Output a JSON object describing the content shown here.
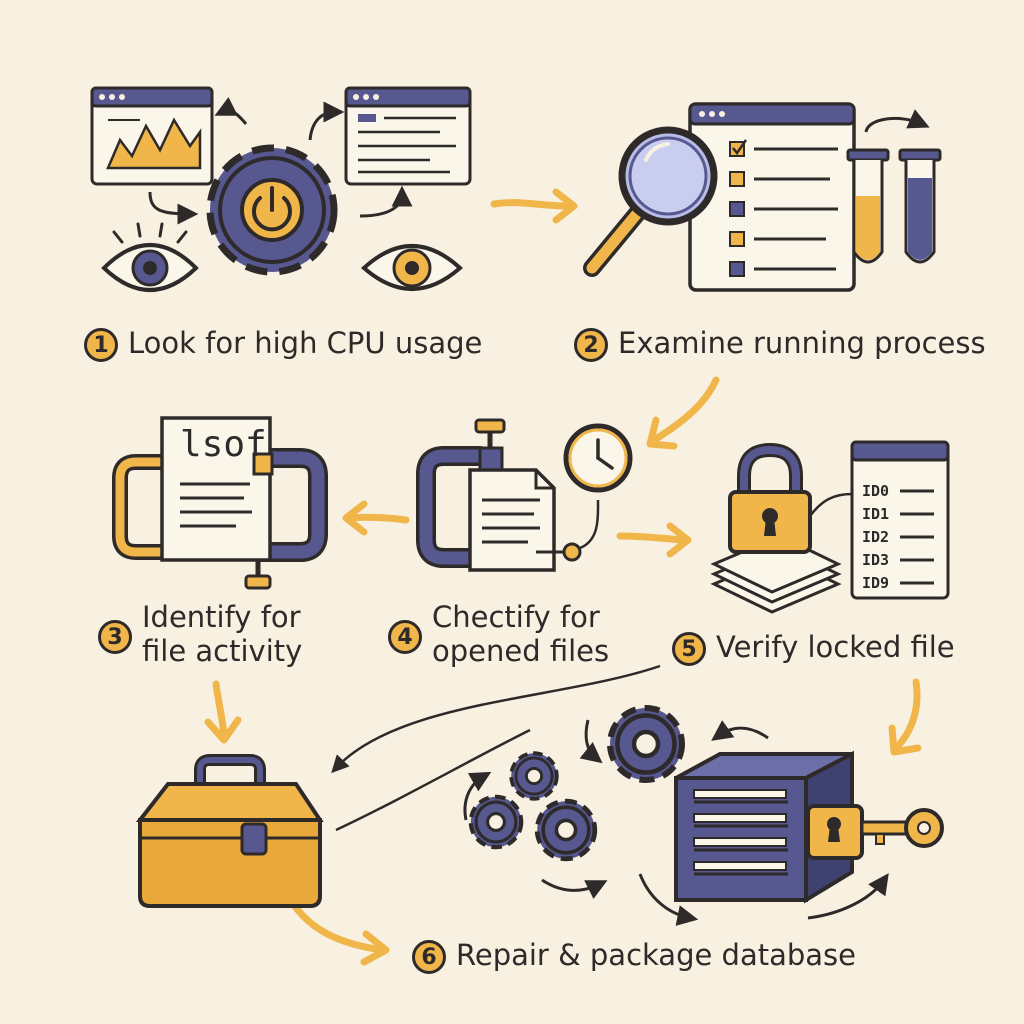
{
  "steps": [
    {
      "num": "1",
      "lines": [
        "Look for high CPU usage"
      ]
    },
    {
      "num": "2",
      "lines": [
        "Examine running process"
      ]
    },
    {
      "num": "3",
      "lines": [
        "Identify for",
        "file activity"
      ]
    },
    {
      "num": "4",
      "lines": [
        "Chectify for",
        "opened files"
      ]
    },
    {
      "num": "5",
      "lines": [
        "Verify locked file"
      ]
    },
    {
      "num": "6",
      "lines": [
        "Repair & package database"
      ]
    }
  ],
  "document_label": "lsof",
  "file_ids": [
    "ID0",
    "ID1",
    "ID2",
    "ID3",
    "ID9"
  ],
  "colors": {
    "background": "#f8f1e2",
    "accent": "#f0b64a",
    "primary": "#56588f",
    "ink": "#2f2a2a"
  }
}
